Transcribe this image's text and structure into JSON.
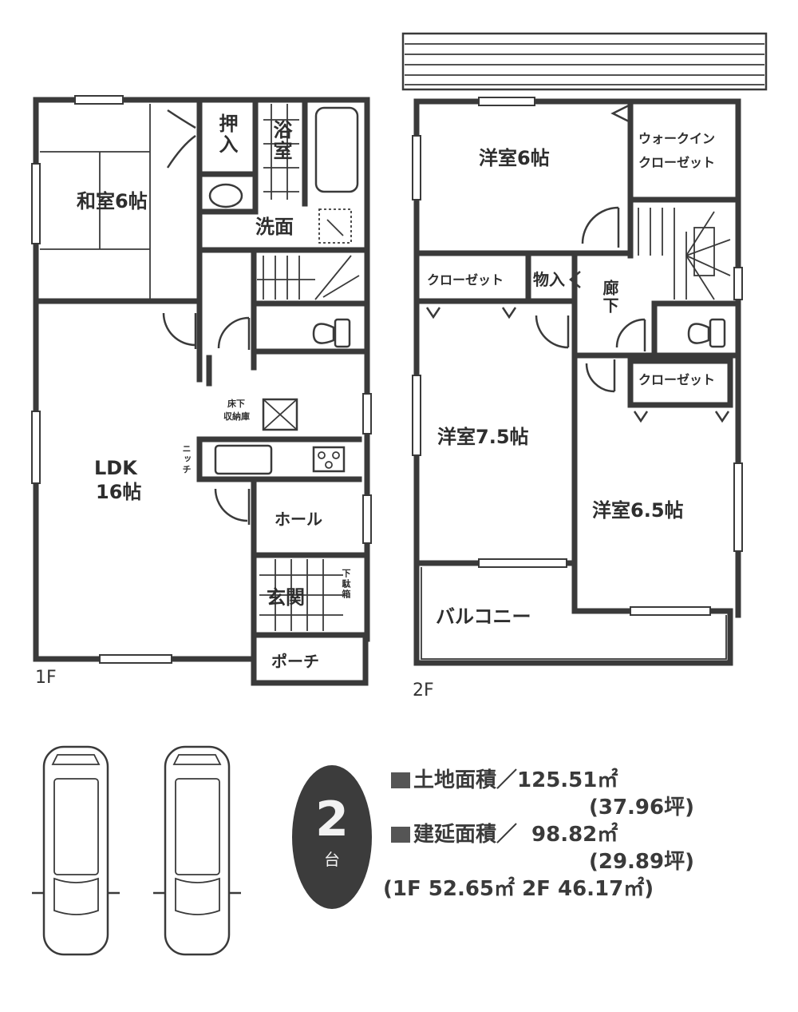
{
  "floor_1": {
    "label": "1F",
    "rooms": {
      "washitsu": "和室6帖",
      "oshiire": "押入",
      "bathroom": "浴室",
      "washroom": "洗面",
      "ldk_line1": "LDK",
      "ldk_line2": "16帖",
      "underfloor_storage_line1": "床下",
      "underfloor_storage_line2": "収納庫",
      "niche": "ニッチ",
      "hall": "ホール",
      "entrance": "玄関",
      "shoe_storage": "下駄箱",
      "porch": "ポーチ"
    }
  },
  "floor_2": {
    "label": "2F",
    "rooms": {
      "western_6": "洋室6帖",
      "walk_in_closet_line1": "ウォークイン",
      "walk_in_closet_line2": "クローゼット",
      "closet_left": "クローゼット",
      "storage": "物入",
      "corridor": "廊下",
      "western_7_5": "洋室7.5帖",
      "closet_right": "クローゼット",
      "western_6_5": "洋室6.5帖",
      "balcony": "バルコニー"
    }
  },
  "parking": {
    "count": "2",
    "unit": "台",
    "cars": [
      "car-1",
      "car-2"
    ]
  },
  "areas": {
    "land_label": "土地面積／",
    "land_sqm": "125.51㎡",
    "land_tsubo": "(37.96坪)",
    "floor_label": "建延面積／",
    "floor_sqm": "98.82㎡",
    "floor_tsubo": "(29.89坪)",
    "breakdown": "(1F 52.65㎡ 2F 46.17㎡)"
  },
  "colors": {
    "wall": "#3a3a3a",
    "badge_bg": "#3c3c3c",
    "background": "#ffffff"
  }
}
